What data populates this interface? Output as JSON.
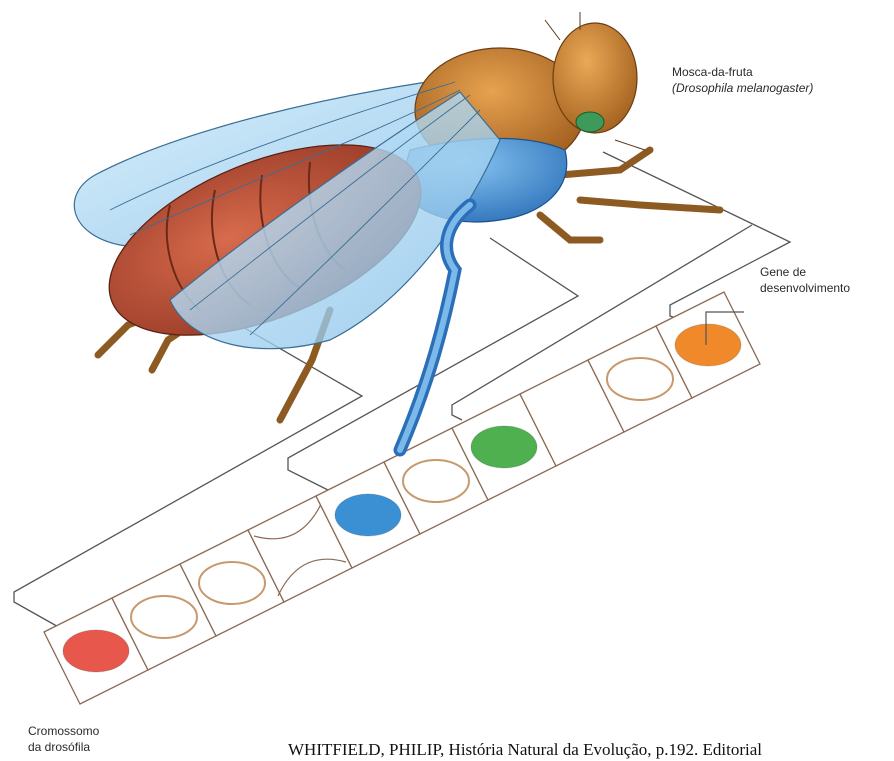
{
  "labels": {
    "fly_name": "Mosca-da-fruta",
    "fly_species": "(Drosophila melanogaster)",
    "gene_line1": "Gene de",
    "gene_line2": "desenvolvimento",
    "chromosome_line1": "Cromossomo",
    "chromosome_line2": "da drosófila"
  },
  "credit": "WHITFIELD, PHILIP, História Natural da Evolução, p.192. Editorial",
  "chromosome_segments": [
    {
      "fill": "#e8574c",
      "kind": "filled"
    },
    {
      "fill": "none",
      "kind": "ring"
    },
    {
      "fill": "none",
      "kind": "ring"
    },
    {
      "fill": "none",
      "kind": "notch"
    },
    {
      "fill": "#3b8fd3",
      "kind": "filled"
    },
    {
      "fill": "none",
      "kind": "ring"
    },
    {
      "fill": "#4fb04f",
      "kind": "filled"
    },
    {
      "fill": "none",
      "kind": "blank"
    },
    {
      "fill": "none",
      "kind": "ring"
    },
    {
      "fill": "#f0892a",
      "kind": "filled"
    }
  ],
  "colors": {
    "ring_stroke": "#c79a6e",
    "segment_stroke": "#8a6a55",
    "connector": "#555555",
    "fly_body": "#c9823c",
    "fly_thorax": "#b86e28",
    "fly_abdomen": "#b5472f",
    "fly_blue": "#3f8ed6",
    "wing": "#9fd0ef"
  }
}
